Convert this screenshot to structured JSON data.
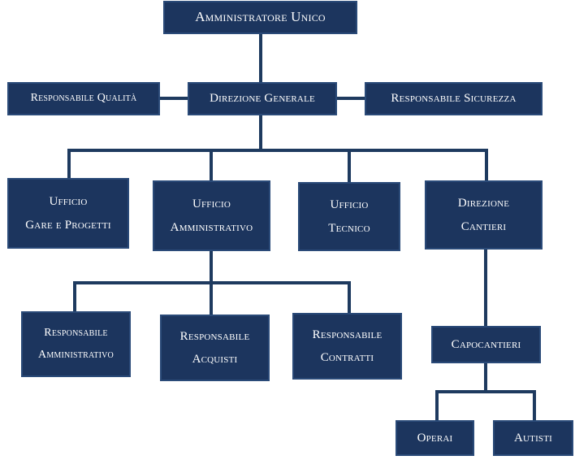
{
  "colors": {
    "box_fill": "#1c355e",
    "box_border": "#2a4a78",
    "connector": "#1e3a5f",
    "text": "#ffffff"
  },
  "nodes": {
    "amministratore_unico": {
      "lines": [
        "Amministratore Unico"
      ]
    },
    "responsabile_qualita": {
      "lines": [
        "Responsabile Qualità"
      ]
    },
    "direzione_generale": {
      "lines": [
        "Direzione Generale"
      ]
    },
    "responsabile_sicurezza": {
      "lines": [
        "Responsabile Sicurezza"
      ]
    },
    "ufficio_gare": {
      "lines": [
        "Ufficio",
        "Gare e Progetti"
      ]
    },
    "ufficio_amministrativo": {
      "lines": [
        "Ufficio",
        "Amministrativo"
      ]
    },
    "ufficio_tecnico": {
      "lines": [
        "Ufficio",
        "Tecnico"
      ]
    },
    "direzione_cantieri": {
      "lines": [
        "Direzione",
        "Cantieri"
      ]
    },
    "responsabile_amministrativo": {
      "lines": [
        "Responsabile",
        "Amministrativo"
      ]
    },
    "responsabile_acquisti": {
      "lines": [
        "Responsabile",
        "Acquisti"
      ]
    },
    "responsabile_contratti": {
      "lines": [
        "Responsabile",
        "Contratti"
      ]
    },
    "capocantieri": {
      "lines": [
        "Capocantieri"
      ]
    },
    "operai": {
      "lines": [
        "Operai"
      ]
    },
    "autisti": {
      "lines": [
        "Autisti"
      ]
    }
  }
}
